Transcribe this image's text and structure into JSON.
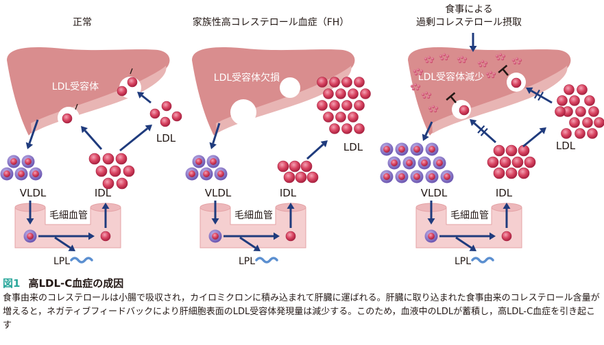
{
  "panels": [
    {
      "title": "正常",
      "receptor_label": "LDL受容体",
      "vldl_label": "VLDL",
      "idl_label": "IDL",
      "ldl_label": "LDL",
      "capillary_label": "毛細血管",
      "lpl_label": "LPL"
    },
    {
      "title": "家族性高コレステロール血症（FH）",
      "receptor_label": "LDL受容体欠損",
      "vldl_label": "VLDL",
      "idl_label": "IDL",
      "ldl_label": "LDL",
      "capillary_label": "毛細血管",
      "lpl_label": "LPL"
    },
    {
      "title_line1": "食事による",
      "title_line2": "過剰コレステロール摂取",
      "receptor_label": "LDL受容体減少",
      "vldl_label": "VLDL",
      "idl_label": "IDL",
      "ldl_label": "LDL",
      "capillary_label": "毛細血管",
      "lpl_label": "LPL"
    }
  ],
  "caption": {
    "figure_number": "図1",
    "title": "高LDL-C血症の成因",
    "body": "食事由来のコレステロールは小腸で吸収され，カイロミクロンに積み込まれて肝臓に運ばれる。肝臓に取り込まれた食事由来のコレステロール含量が増えると，ネガティブフィードバックにより肝細胞表面のLDL受容体発現量は減少する。このため，血液中のLDLが蓄積し，高LDL-C血症を引き起こす"
  },
  "colors": {
    "liver": "#d98d8e",
    "liver_inner": "#e8b5b4",
    "capillary": "#f5cfd0",
    "capillary_border": "#e4a3a6",
    "arrow": "#1f3b7d",
    "ldl_particle": "#d4405f",
    "vldl_outer": "#8a78c8",
    "vldl_inner": "#d4405f",
    "lpl": "#5b8fd0",
    "accent": "#2aa79b"
  }
}
